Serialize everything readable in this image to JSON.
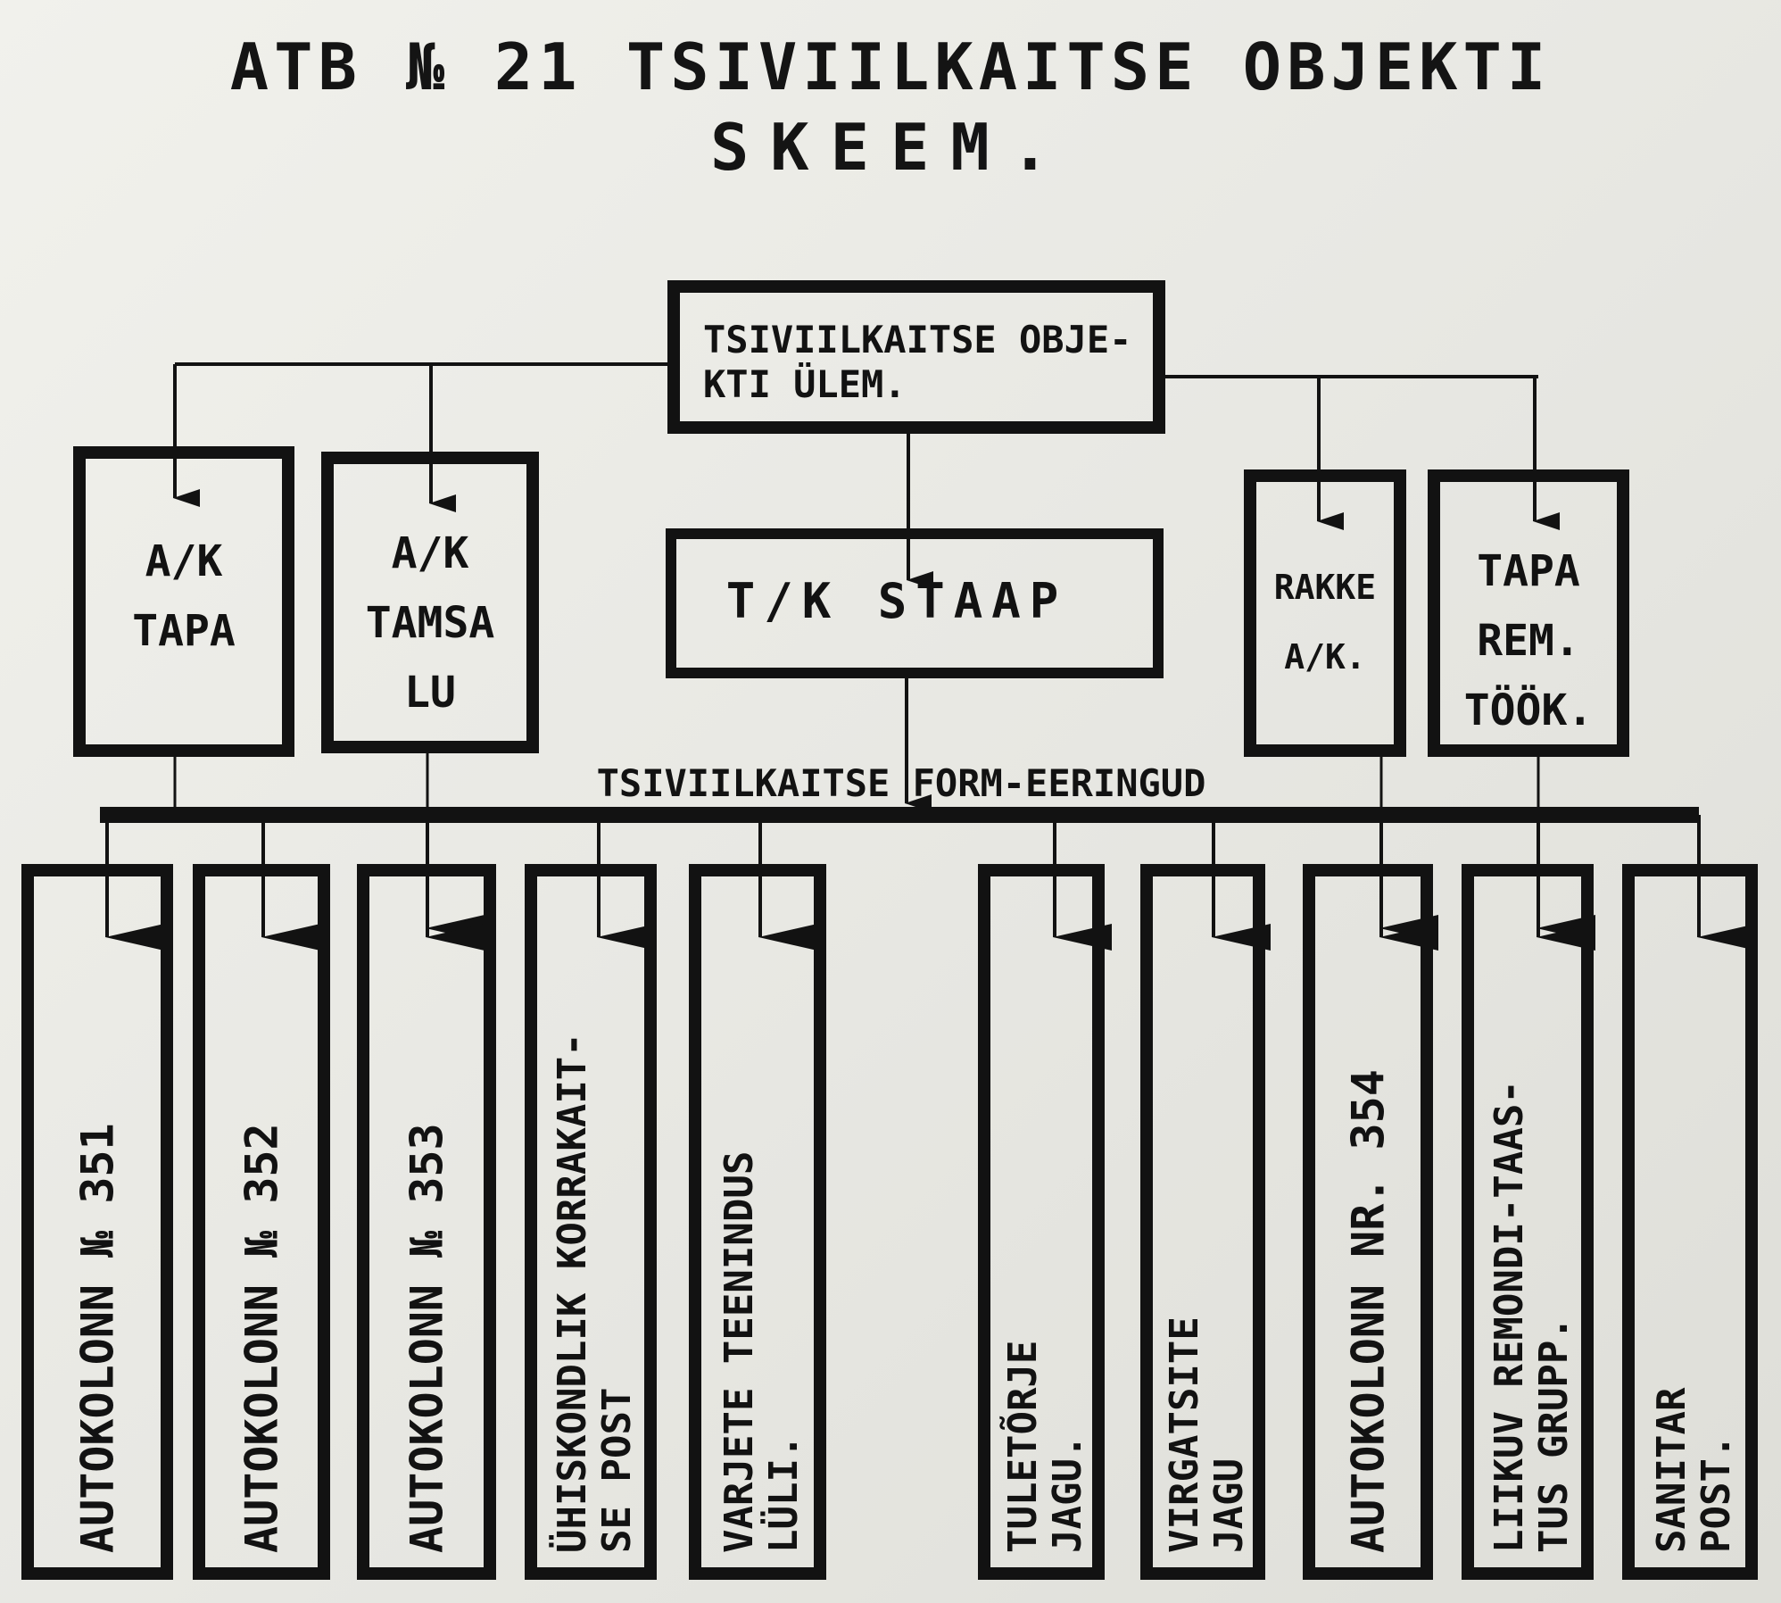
{
  "title": {
    "line1": "ATB № 21 TSIVIILKAITSE OBJEKTI",
    "line2": "SKEEM."
  },
  "top_box": {
    "lines": [
      "TSIVIILKAITSE OBJE-",
      "KTI ÜLEM."
    ]
  },
  "staff_box": {
    "lines": [
      "T/K STAAP"
    ]
  },
  "units": [
    {
      "id": "ak-tapa",
      "lines": [
        "A/K",
        "TAPA"
      ]
    },
    {
      "id": "ak-tamsalu",
      "lines": [
        "A/K",
        "TAMSA",
        "LU"
      ]
    },
    {
      "id": "rakke-ak",
      "lines": [
        "RAKKE",
        "A/K."
      ]
    },
    {
      "id": "tapa-rem",
      "lines": [
        "TAPA",
        "REM.",
        "TÖÖK."
      ]
    }
  ],
  "bus_label": "TSIVIILKAITSE FORM-EERINGUD",
  "formations": [
    {
      "id": "autokolonn-351",
      "lines": [
        "AUTOKOLONN № 351"
      ]
    },
    {
      "id": "autokolonn-352",
      "lines": [
        "AUTOKOLONN № 352"
      ]
    },
    {
      "id": "autokolonn-353",
      "lines": [
        "AUTOKOLONN № 353"
      ]
    },
    {
      "id": "uhiskondlik-korrakaitse",
      "lines": [
        "ÜHISKONDLIK KORRAKAIT-",
        "SE POST"
      ]
    },
    {
      "id": "varjete-teenindus",
      "lines": [
        "VARJETE TEENINDUS",
        "LÜLI."
      ]
    },
    {
      "id": "tuletorje-jagu",
      "lines": [
        "TULETÕRJE",
        "JAGU."
      ]
    },
    {
      "id": "virgatsite-jagu",
      "lines": [
        "VIRGATSITE",
        "JAGU"
      ]
    },
    {
      "id": "autokolonn-354",
      "lines": [
        "AUTOKOLONN NR. 354"
      ]
    },
    {
      "id": "liikuv-remondi",
      "lines": [
        "LIIKUV REMONDI-TAAS-",
        "TUS GRUPP."
      ]
    },
    {
      "id": "sanitar-post",
      "lines": [
        "SANITAR",
        "POST."
      ]
    }
  ],
  "colors": {
    "ink": "#121212",
    "paper": "#ecece7"
  }
}
